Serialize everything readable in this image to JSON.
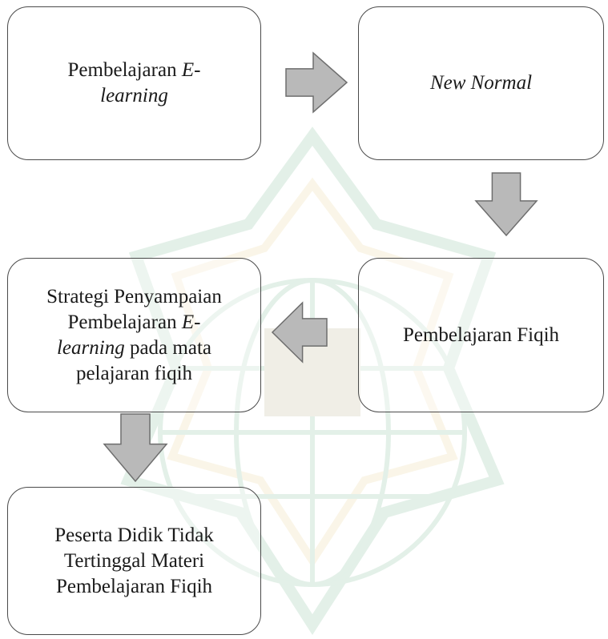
{
  "nodes": {
    "elearning": {
      "line1": "Pembelajaran ",
      "line1_em": "E-",
      "line2_em": "learning"
    },
    "new_normal": {
      "label_em": "New Normal"
    },
    "fiqih": {
      "label": "Pembelajaran  Fiqih"
    },
    "strategi": {
      "line1": "Strategi  Penyampaian",
      "line2": "Pembelajaran ",
      "line2_em": "E-",
      "line3_em": "learning",
      "line3": " pada mata",
      "line4": "pelajaran  fiqih"
    },
    "peserta": {
      "line1": "Peserta Didik Tidak",
      "line2": "Tertinggal  Materi",
      "line3": "Pembelajaran  Fiqih"
    }
  },
  "arrows": [
    "right",
    "down",
    "left",
    "down"
  ],
  "colors": {
    "box_border": "#4a4a4a",
    "arrow_fill": "#b9b9b9",
    "arrow_stroke": "#6e6e6e",
    "watermark_green": "#1f8a4c",
    "watermark_gold": "#d9b64a"
  }
}
